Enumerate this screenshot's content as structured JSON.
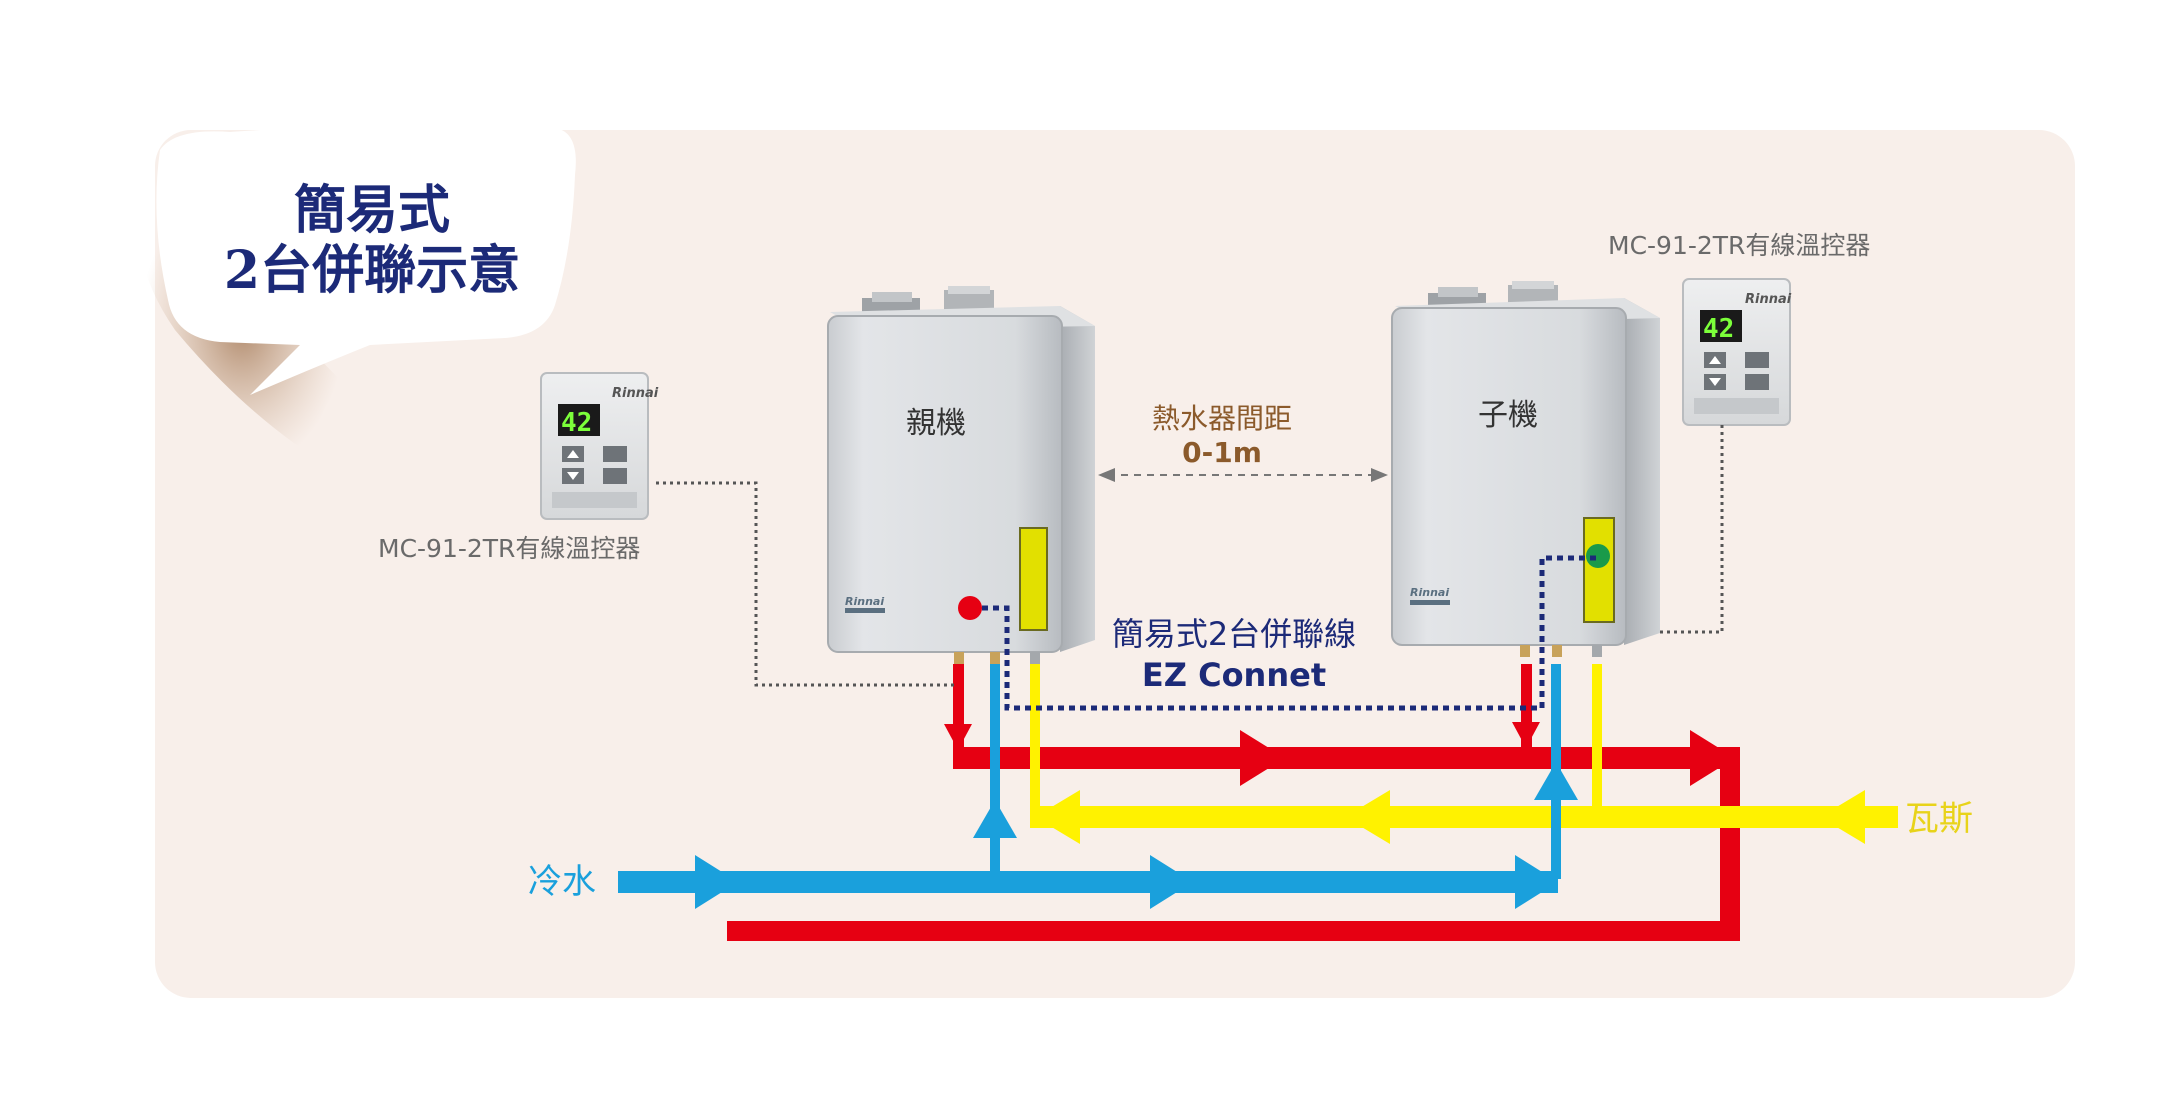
{
  "title": {
    "line1": "簡易式",
    "line2": "2台併聯示意"
  },
  "units": {
    "master": "親機",
    "slave": "子機"
  },
  "spacing": {
    "label": "熱水器間距",
    "value": "0-1m"
  },
  "link_cable": {
    "label_zh": "簡易式2台併聯線",
    "label_en": "EZ Connet"
  },
  "controllers": {
    "left": {
      "label": "MC-91-2TR有線溫控器",
      "display": "42",
      "brand": "Rinnai"
    },
    "right": {
      "label": "MC-91-2TR有線溫控器",
      "display": "42",
      "brand": "Rinnai"
    }
  },
  "heater_brand": "Rinnai",
  "pipes": {
    "cold_water": "冷水",
    "gas": "瓦斯"
  },
  "colors": {
    "hot_water": "#e60012",
    "cold_water": "#1aa0dc",
    "gas": "#fff200",
    "link_cable": "#1c2a78",
    "background_panel": "#f8efea",
    "title_text": "#1c2a78"
  }
}
